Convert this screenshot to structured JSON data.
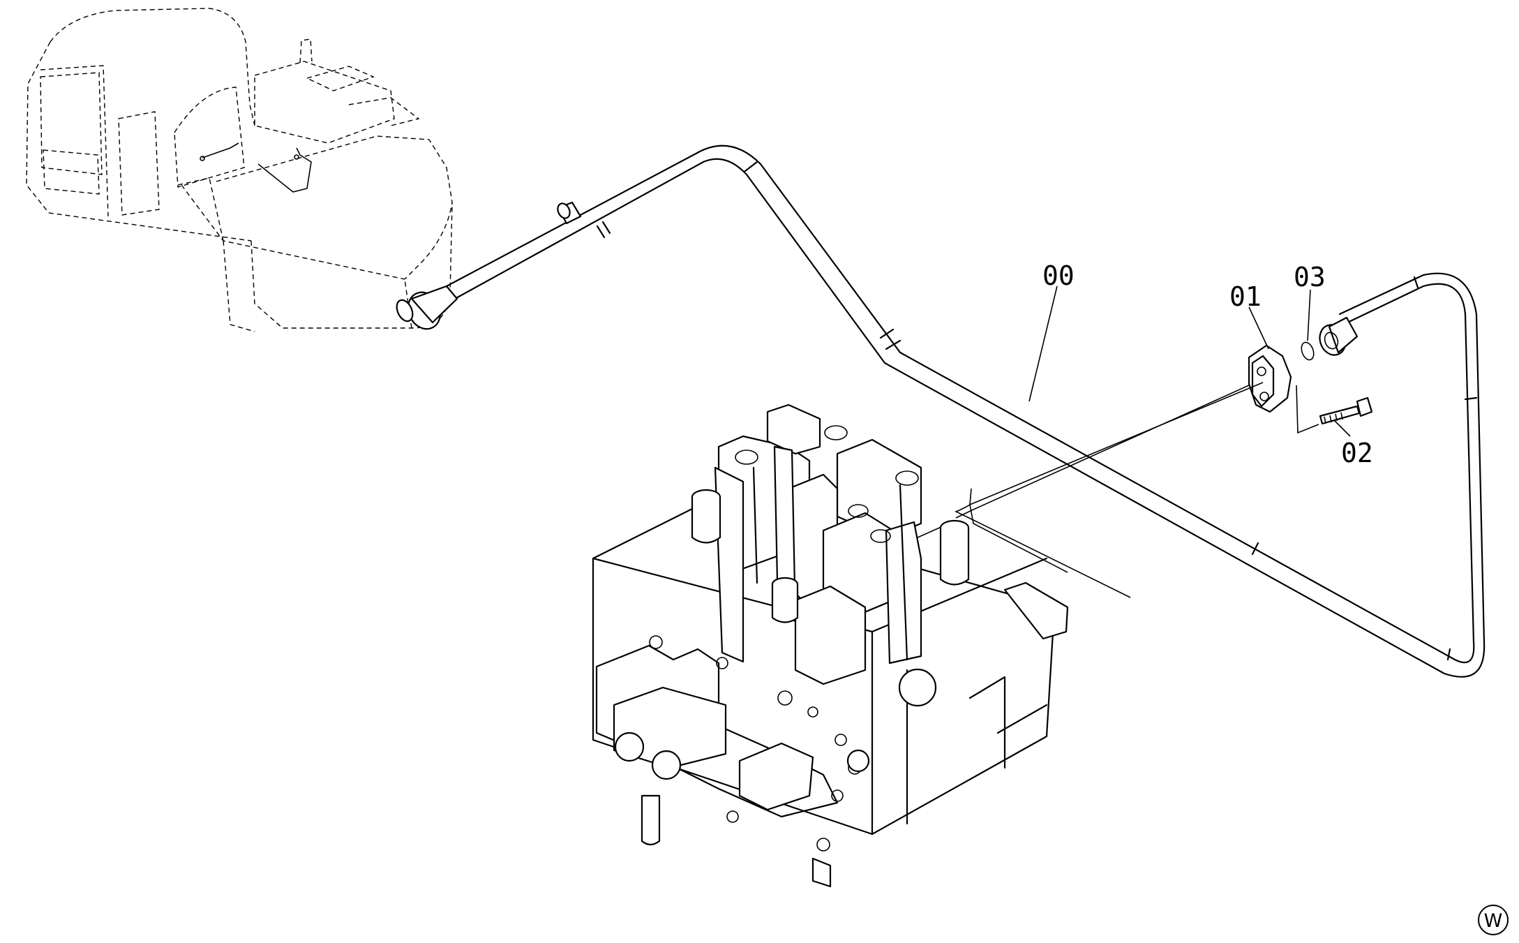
{
  "labels": {
    "hose": "00",
    "split_flange": "01",
    "bolt": "02",
    "o_ring": "03"
  },
  "corner_mark": "W"
}
